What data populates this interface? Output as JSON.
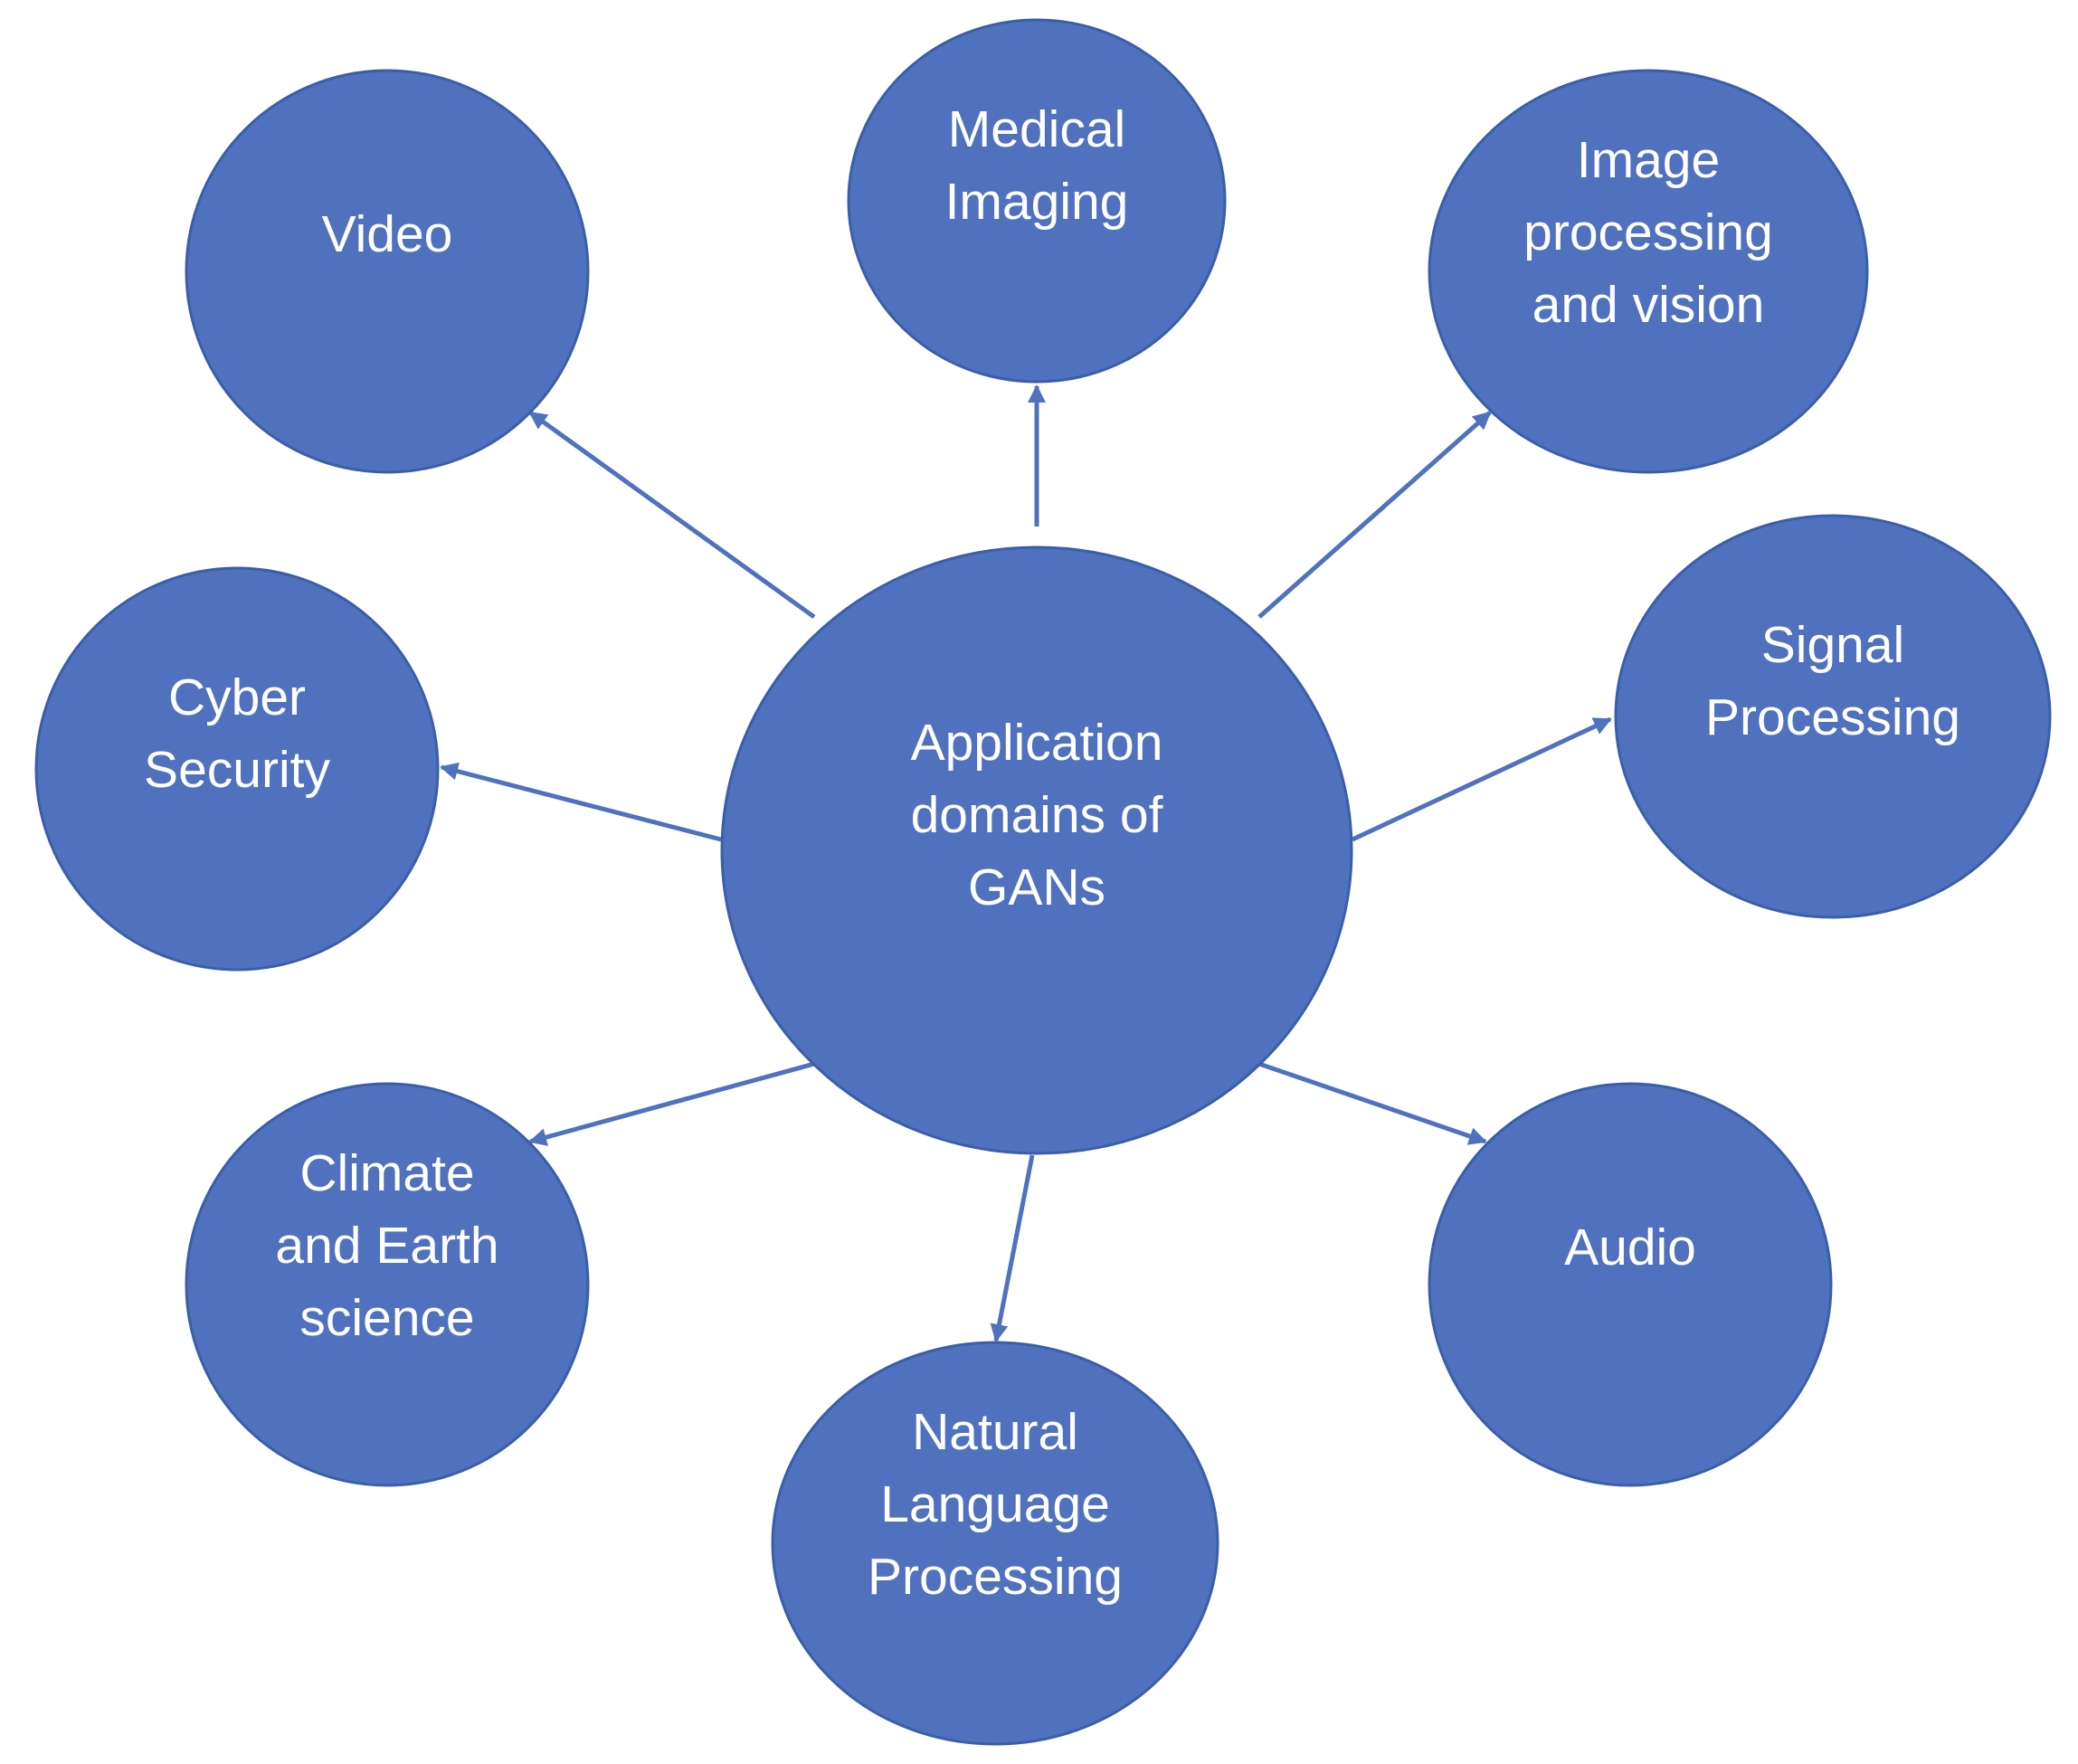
{
  "diagram": {
    "colors": {
      "node_fill": "#4F71BE",
      "node_stroke": "#3B5EA8",
      "edge": "#4F71BE",
      "text": "#FFFFFF"
    },
    "center": {
      "id": "center",
      "lines": [
        "Application",
        "domains of",
        "GANs"
      ]
    },
    "nodes": [
      {
        "id": "video",
        "lines": [
          "Video"
        ]
      },
      {
        "id": "medical",
        "lines": [
          "Medical",
          "Imaging"
        ]
      },
      {
        "id": "image",
        "lines": [
          "Image",
          "processing",
          "and vision"
        ]
      },
      {
        "id": "signal",
        "lines": [
          "Signal",
          "Processing"
        ]
      },
      {
        "id": "audio",
        "lines": [
          "Audio"
        ]
      },
      {
        "id": "nlp",
        "lines": [
          "Natural",
          "Language",
          "Processing"
        ]
      },
      {
        "id": "climate",
        "lines": [
          "Climate",
          "and Earth",
          "science"
        ]
      },
      {
        "id": "cyber",
        "lines": [
          "Cyber",
          "Security"
        ]
      }
    ],
    "edges": [
      {
        "from": "center",
        "to": "video"
      },
      {
        "from": "center",
        "to": "medical"
      },
      {
        "from": "center",
        "to": "image"
      },
      {
        "from": "center",
        "to": "signal"
      },
      {
        "from": "center",
        "to": "audio"
      },
      {
        "from": "center",
        "to": "nlp"
      },
      {
        "from": "center",
        "to": "climate"
      },
      {
        "from": "center",
        "to": "cyber"
      }
    ]
  }
}
